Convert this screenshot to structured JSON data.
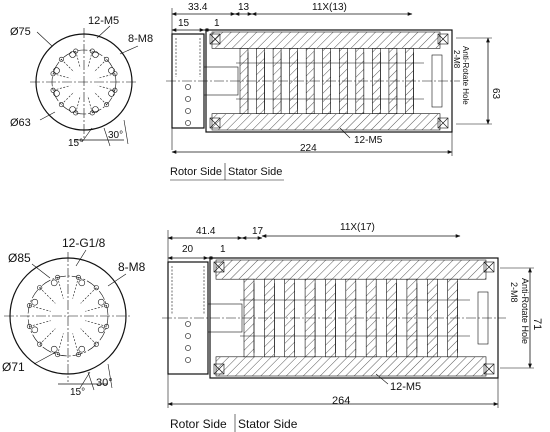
{
  "top": {
    "end_view": {
      "dia_outer": "Ø75",
      "dia_pcd": "Ø63",
      "holes_a": "12-M5",
      "holes_b": "8-M8",
      "angle_a": "15°",
      "angle_b": "30°"
    },
    "side_view": {
      "d_a": "33.4",
      "d_b": "13",
      "d_c": "11X(13)",
      "d_d": "15",
      "d_e": "1",
      "length": "224",
      "height": "63",
      "side_holes": "12-M5",
      "note_1": "Anti-Rotate Hole",
      "note_2": "2-M8"
    },
    "sides": {
      "rotor": "Rotor Side",
      "stator": "Stator Side"
    }
  },
  "bottom": {
    "end_view": {
      "dia_outer": "Ø85",
      "dia_pcd": "Ø71",
      "holes_a": "12-G1/8",
      "holes_b": "8-M8",
      "angle_a": "15°",
      "angle_b": "30°"
    },
    "side_view": {
      "d_a": "41.4",
      "d_b": "17",
      "d_c": "11X(17)",
      "d_d": "20",
      "d_e": "1",
      "length": "264",
      "height": "71",
      "side_holes": "12-M5",
      "note_1": "Anti-Rotate Hole",
      "note_2": "2-M8"
    },
    "sides": {
      "rotor": "Rotor Side",
      "stator": "Stator Side"
    }
  }
}
